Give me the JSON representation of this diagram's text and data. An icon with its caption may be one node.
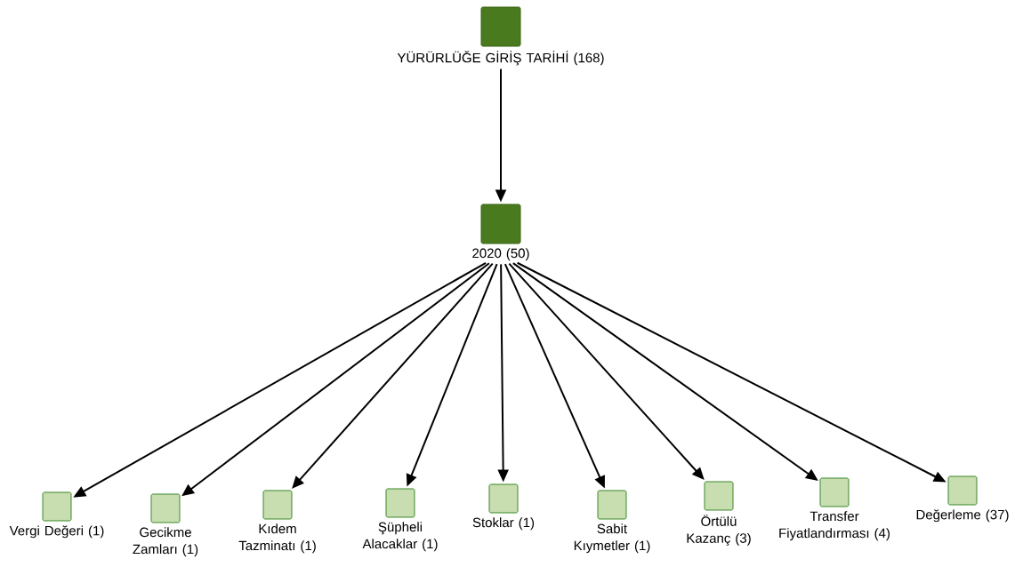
{
  "diagram": {
    "nodes": [
      {
        "text": [
          "YÜRÜRLÜĞE GİRİŞ TARİHİ (168)"
        ]
      },
      {
        "text": [
          "2020 (50)"
        ]
      },
      {
        "text": [
          "Vergi Değeri (1)"
        ]
      },
      {
        "text": [
          "Gecikme Zamları (1)"
        ]
      },
      {
        "text": [
          "Kıdem Tazminatı (1)"
        ]
      },
      {
        "text": [
          "Şüpheli Alacaklar (1)"
        ]
      },
      {
        "text": [
          "Stoklar (1)"
        ]
      },
      {
        "text": [
          "Sabit Kıymetler (1)"
        ]
      },
      {
        "text": [
          "Örtülü Kazanç (3)"
        ]
      },
      {
        "text": [
          "Transfer Fiyatlandırması (4)"
        ]
      },
      {
        "text": [
          "Değerleme (37)"
        ]
      }
    ],
    "edges": [
      {
        "from": 0,
        "to": 1,
        "arrow": "to"
      },
      {
        "from": 1,
        "to": 2,
        "arrow": "to"
      },
      {
        "from": 1,
        "to": 3,
        "arrow": "to"
      },
      {
        "from": 1,
        "to": 4,
        "arrow": "to"
      },
      {
        "from": 1,
        "to": 5,
        "arrow": "to"
      },
      {
        "from": 1,
        "to": 6,
        "arrow": "to"
      },
      {
        "from": 1,
        "to": 7,
        "arrow": "to"
      },
      {
        "from": 1,
        "to": 8,
        "arrow": "to"
      },
      {
        "from": 1,
        "to": 9,
        "arrow": "to"
      },
      {
        "from": 1,
        "to": 10,
        "arrow": "to"
      }
    ]
  }
}
